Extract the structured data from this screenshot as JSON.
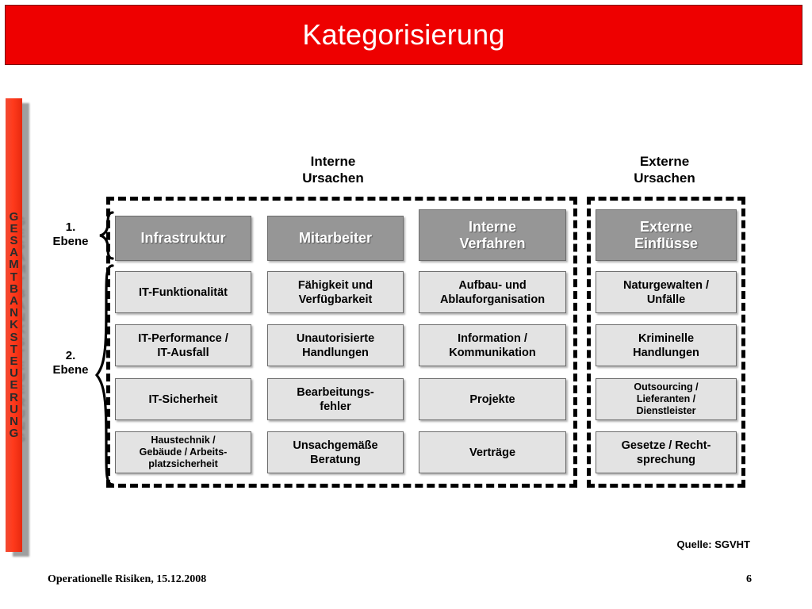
{
  "slide": {
    "title": "Kategorisierung",
    "title_bar_color": "#ee0000",
    "sidebar_text": "GESAMTBANKSTEUERUNG",
    "source_note": "Quelle: SGVHT",
    "footer_text": "Operationelle Risiken, 15.12.2008",
    "page_number": "6"
  },
  "diagram": {
    "group_titles": {
      "internal": "Interne\nUrsachen",
      "internal_line1": "Interne",
      "internal_line2": "Ursachen",
      "external_line1": "Externe",
      "external_line2": "Ursachen"
    },
    "level_labels": {
      "level1_line1": "1.",
      "level1_line2": "Ebene",
      "level2_line1": "2.",
      "level2_line2": "Ebene"
    },
    "colors": {
      "header_box": "#969696",
      "sub_box": "#e3e3e3",
      "border": "#000000"
    },
    "columns": [
      {
        "group": "internal",
        "header": "Infrastruktur",
        "items": [
          "IT-Funktionalität",
          "IT-Performance /\nIT-Ausfall",
          "IT-Sicherheit",
          "Haustechnik /\nGebäude / Arbeits-\nplatzsicherheit"
        ]
      },
      {
        "group": "internal",
        "header": "Mitarbeiter",
        "items": [
          "Fähigkeit und\nVerfügbarkeit",
          "Unautorisierte\nHandlungen",
          "Bearbeitungs-\nfehler",
          "Unsachgemäße\nBeratung"
        ]
      },
      {
        "group": "internal",
        "header": "Interne\nVerfahren",
        "items": [
          "Aufbau- und\nAblauforganisation",
          "Information /\nKommunikation",
          "Projekte",
          "Verträge"
        ]
      },
      {
        "group": "external",
        "header": "Externe\nEinflüsse",
        "items": [
          "Naturgewalten /\nUnfälle",
          "Kriminelle\nHandlungen",
          "Outsourcing /\nLieferanten /\nDienstleister",
          "Gesetze / Recht-\nsprechung"
        ]
      }
    ]
  },
  "cells": {
    "c0h": "Infrastruktur",
    "c1h": "Mitarbeiter",
    "c2h_l1": "Interne",
    "c2h_l2": "Verfahren",
    "c3h_l1": "Externe",
    "c3h_l2": "Einflüsse",
    "c0r0": "IT-Funktionalität",
    "c0r1_l1": "IT-Performance /",
    "c0r1_l2": "IT-Ausfall",
    "c0r2": "IT-Sicherheit",
    "c0r3_l1": "Haustechnik /",
    "c0r3_l2": "Gebäude / Arbeits-",
    "c0r3_l3": "platzsicherheit",
    "c1r0_l1": "Fähigkeit und",
    "c1r0_l2": "Verfügbarkeit",
    "c1r1_l1": "Unautorisierte",
    "c1r1_l2": "Handlungen",
    "c1r2_l1": "Bearbeitungs-",
    "c1r2_l2": "fehler",
    "c1r3_l1": "Unsachgemäße",
    "c1r3_l2": "Beratung",
    "c2r0_l1": "Aufbau- und",
    "c2r0_l2": "Ablauforganisation",
    "c2r1_l1": "Information /",
    "c2r1_l2": "Kommunikation",
    "c2r2": "Projekte",
    "c2r3": "Verträge",
    "c3r0_l1": "Naturgewalten /",
    "c3r0_l2": "Unfälle",
    "c3r1_l1": "Kriminelle",
    "c3r1_l2": "Handlungen",
    "c3r2_l1": "Outsourcing /",
    "c3r2_l2": "Lieferanten /",
    "c3r2_l3": "Dienstleister",
    "c3r3_l1": "Gesetze / Recht-",
    "c3r3_l2": "sprechung"
  }
}
